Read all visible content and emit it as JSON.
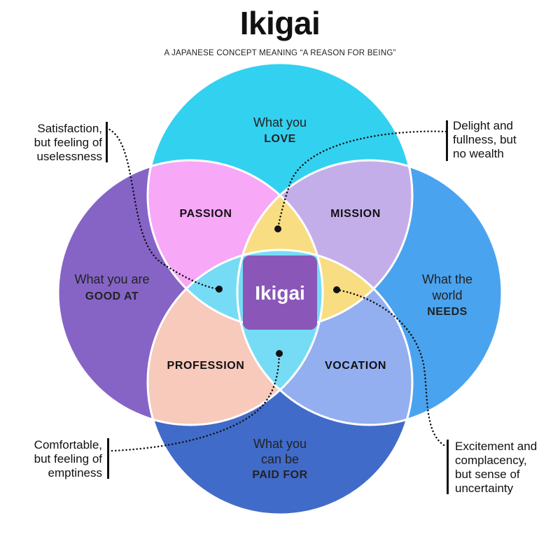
{
  "title": "Ikigai",
  "subtitle": "A JAPANESE CONCEPT MEANING “A REASON FOR BEING”",
  "colors": {
    "love": "#33d1f0",
    "good_at": "#8564c6",
    "world_needs": "#4aa3ee",
    "paid_for": "#416bc8",
    "passion": "#f7a8f7",
    "mission": "#c4aeea",
    "profession": "#f7cabb",
    "vocation": "#93aff0",
    "yellow": "#f8dd82",
    "light_blue": "#76dcf5",
    "ikigai_center": "#8a57b8"
  },
  "circles": {
    "love": {
      "line1": "What you",
      "line2": "LOVE"
    },
    "good_at": {
      "line1": "What you are",
      "line2": "GOOD AT"
    },
    "world_needs": {
      "line1": "What the",
      "line2": "world",
      "line3": "NEEDS"
    },
    "paid_for": {
      "line1": "What you",
      "line2": "can be",
      "line3": "PAID FOR"
    }
  },
  "regions": {
    "passion": "PASSION",
    "mission": "MISSION",
    "profession": "PROFESSION",
    "vocation": "VOCATION",
    "center": "Ikigai"
  },
  "notes": {
    "top_left": [
      "Satisfaction,",
      "but feeling of",
      "uselessness"
    ],
    "top_right": [
      "Delight and",
      "fullness, but",
      "no wealth"
    ],
    "bottom_left": [
      "Comfortable,",
      "but feeling of",
      "emptiness"
    ],
    "bottom_right": [
      "Excitement and",
      "complacency,",
      "but sense of",
      "uncertainty"
    ]
  }
}
